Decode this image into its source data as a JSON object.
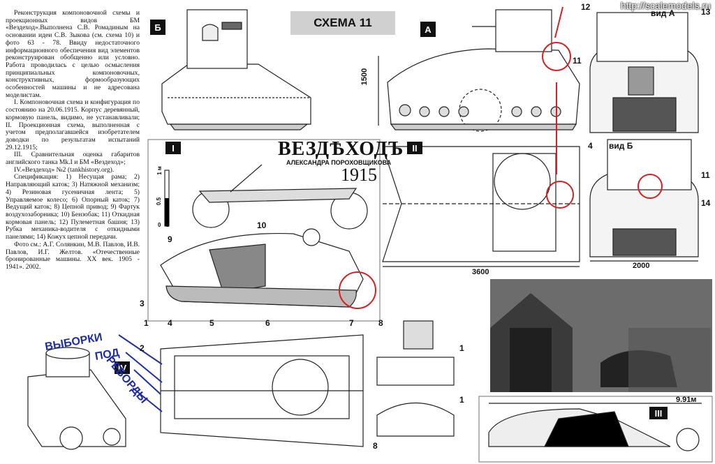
{
  "watermark": "http://scalemodels.ru",
  "title": "СХЕМА 11",
  "text_paragraphs": [
    "Реконструкция компоновочной схемы и проекционных видов БМ «Вездеход».Выполнена С.В. Ромадиным на основании идеи С.В. Зыкова (см. схема 10) и фото 63 - 78. Ввиду недостаточного информационного обеспечения вид элементов реконструирован обобщенно или условно. Работа проводилась с целью осмысления принципиальных компоновочных, конструктивных, формообразующих особенностей машины и не адресована моделистам.",
    "I. Компоновочная схема и конфигурация по состоянию на 20.06.1915. Корпус деревянный, кормовую панель, видимо, не устанавливали; II. Проекционная схема, выполненная с учетом предполагавшейся изобретателем доводки по результатам испытаний 29.12.1915;",
    "III. Сравнительная оценка габаритов английского танка Mk.I и БМ «Вездеход»;",
    "IV.«Вездеход» №2 (tankhistory.org).",
    "Спецификация: 1) Несущая рама; 2) Направляющий каток; 3) Натяжной механизм; 4) Резиновая гусеничная лента; 5) Управляемое колесо; 6) Опорный каток; 7) Ведущий каток; 8) Цепной привод; 9) Фартук воздухозаборника; 10) Бензобак; 11) Откидная кормовая панель; 12) Пулеметная башня; 13) Рубка механика-водителя с откидными панелями; 14) Кожух цепной передачи.",
    "Фото см.: А.Г. Солянкин, М.В. Павлов, И.В. Павлов, И.Г. Желтов. «Отечественные бронированные машины. XX век. 1905 - 1941». 2002."
  ],
  "view_tags": {
    "b": "Б",
    "a": "А",
    "I": "I",
    "II": "II",
    "III": "III",
    "IV": "IV"
  },
  "view_labels": {
    "vid_a": "вид А",
    "vid_b": "вид Б"
  },
  "dimensions": {
    "height": "1500",
    "length": "3600",
    "width": "2000",
    "mk1": "9.91м",
    "scale_1m": "1 м",
    "scale_half": "0.5",
    "scale_zero": "0"
  },
  "sign": {
    "title": "ВЕЗДѢХОДЪ",
    "author": "АЛЕКСАНДРА ПОРОХОВЩИКОВА",
    "year": "1915"
  },
  "annotation_blue": [
    "ВЫБОРКИ",
    "ПОД",
    "РЕБОРДЫ"
  ],
  "callouts": [
    "1",
    "2",
    "3",
    "4",
    "5",
    "6",
    "7",
    "8",
    "9",
    "10",
    "11",
    "12",
    "13",
    "14"
  ],
  "colors": {
    "red": "#d42020",
    "blue": "#1f2ea8",
    "header_bg": "#d0d0d0"
  }
}
